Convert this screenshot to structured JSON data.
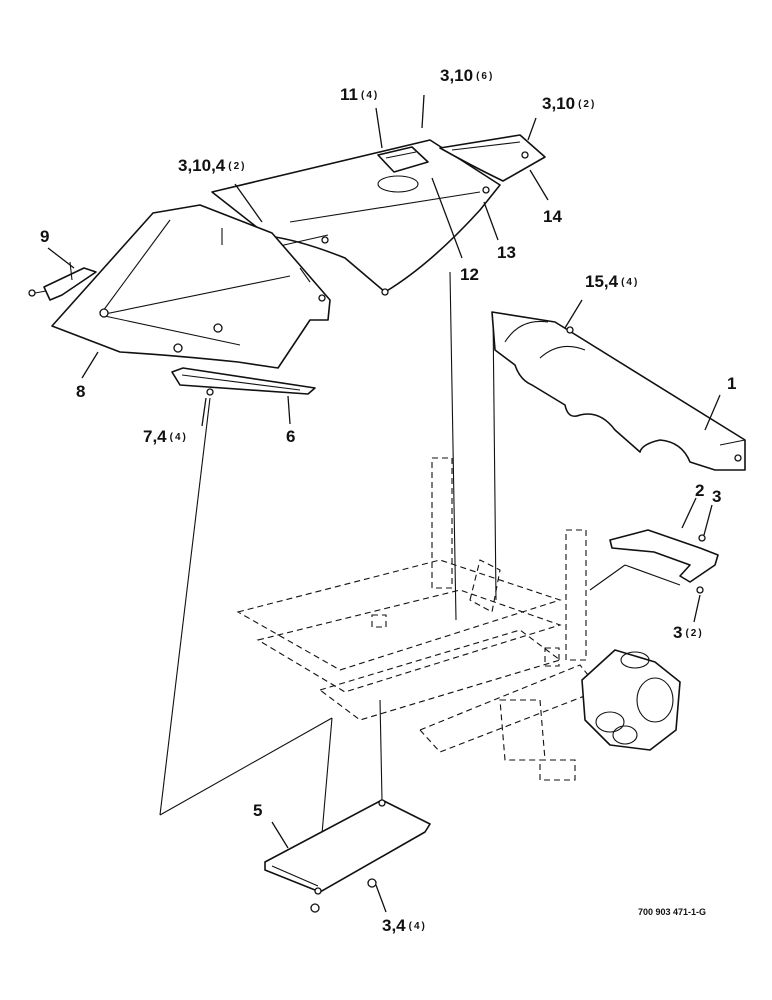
{
  "callouts": [
    {
      "id": "c1",
      "main": "1",
      "qty": ""
    },
    {
      "id": "c2",
      "main": "2",
      "qty": ""
    },
    {
      "id": "c3",
      "main": "3",
      "qty": ""
    },
    {
      "id": "c3b",
      "main": "3",
      "qty": "(2)"
    },
    {
      "id": "c5",
      "main": "5",
      "qty": ""
    },
    {
      "id": "c6",
      "main": "6",
      "qty": ""
    },
    {
      "id": "c7",
      "main": "7,4",
      "qty": "(4)"
    },
    {
      "id": "c8",
      "main": "8",
      "qty": ""
    },
    {
      "id": "c9",
      "main": "9",
      "qty": ""
    },
    {
      "id": "c11",
      "main": "11",
      "qty": "(4)"
    },
    {
      "id": "c12",
      "main": "12",
      "qty": ""
    },
    {
      "id": "c13",
      "main": "13",
      "qty": ""
    },
    {
      "id": "c14",
      "main": "14",
      "qty": ""
    },
    {
      "id": "c15",
      "main": "15,4",
      "qty": "(4)"
    },
    {
      "id": "c3104",
      "main": "3,10,4",
      "qty": "(2)"
    },
    {
      "id": "c3106",
      "main": "3,10",
      "qty": "(6)"
    },
    {
      "id": "c3102",
      "main": "3,10",
      "qty": "(2)"
    },
    {
      "id": "c34",
      "main": "3,4",
      "qty": "(4)"
    }
  ],
  "drawing_number": "700 903 471-1-G"
}
